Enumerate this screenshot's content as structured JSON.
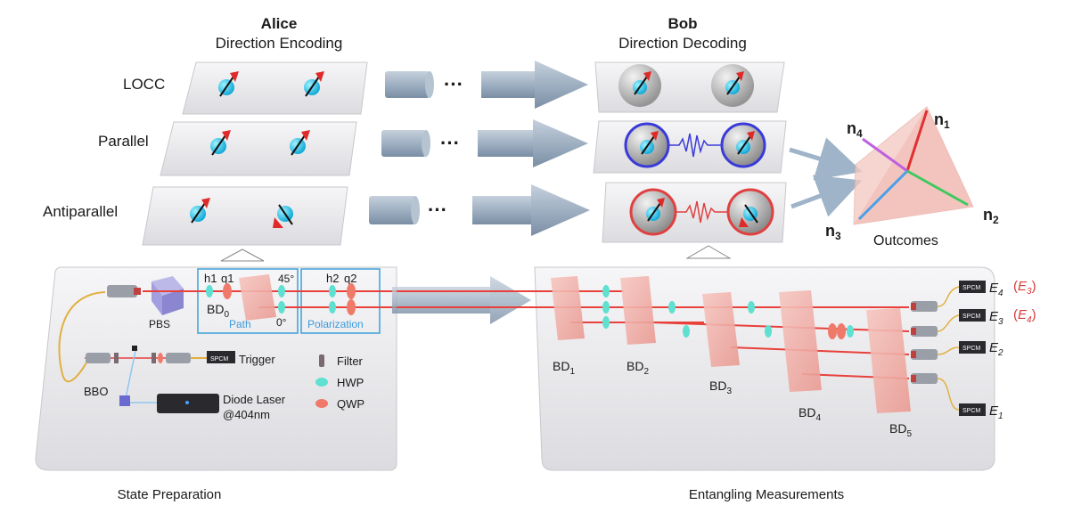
{
  "alice": {
    "title": "Alice",
    "subtitle": "Direction Encoding"
  },
  "bob": {
    "title": "Bob",
    "subtitle": "Direction Decoding"
  },
  "rows": {
    "locc": "LOCC",
    "parallel": "Parallel",
    "antiparallel": "Antiparallel"
  },
  "channel": {
    "dots": "···"
  },
  "outcomes": {
    "label": "Outcomes",
    "n1": "n",
    "n2": "n",
    "n3": "n",
    "n4": "n",
    "s1": "1",
    "s2": "2",
    "s3": "3",
    "s4": "4"
  },
  "prep": {
    "title": "State Preparation",
    "pbs": "PBS",
    "h1": "h1",
    "q1": "q1",
    "h2": "h2",
    "q2": "q2",
    "bd0": "BD",
    "bd0_sub": "0",
    "deg45": "45°",
    "deg0": "0°",
    "path": "Path",
    "polarization": "Polarization",
    "trigger": "Trigger",
    "bbo": "BBO",
    "laser1": "Diode Laser",
    "laser2": "@404nm",
    "spcm": "SPCM",
    "legend": {
      "filter": "Filter",
      "hwp": "HWP",
      "qwp": "QWP"
    }
  },
  "meas": {
    "title": "Entangling Measurements",
    "bd": "BD",
    "bd1": "1",
    "bd2": "2",
    "bd3": "3",
    "bd4": "4",
    "bd5": "5",
    "spcm": "SPCM",
    "e": "E",
    "e4": "4",
    "e3": "3",
    "e2": "2",
    "e1": "1",
    "alt_open": "(",
    "alt_close": ")",
    "alt_e3": "3",
    "alt_e4": "4"
  },
  "colors": {
    "red": "#d93a3a",
    "cyan": "#38c8d8",
    "blue": "#3a3ad9",
    "hwp": "#5fe0d0",
    "qwp": "#f07a6a",
    "beam": "#e8403a"
  }
}
